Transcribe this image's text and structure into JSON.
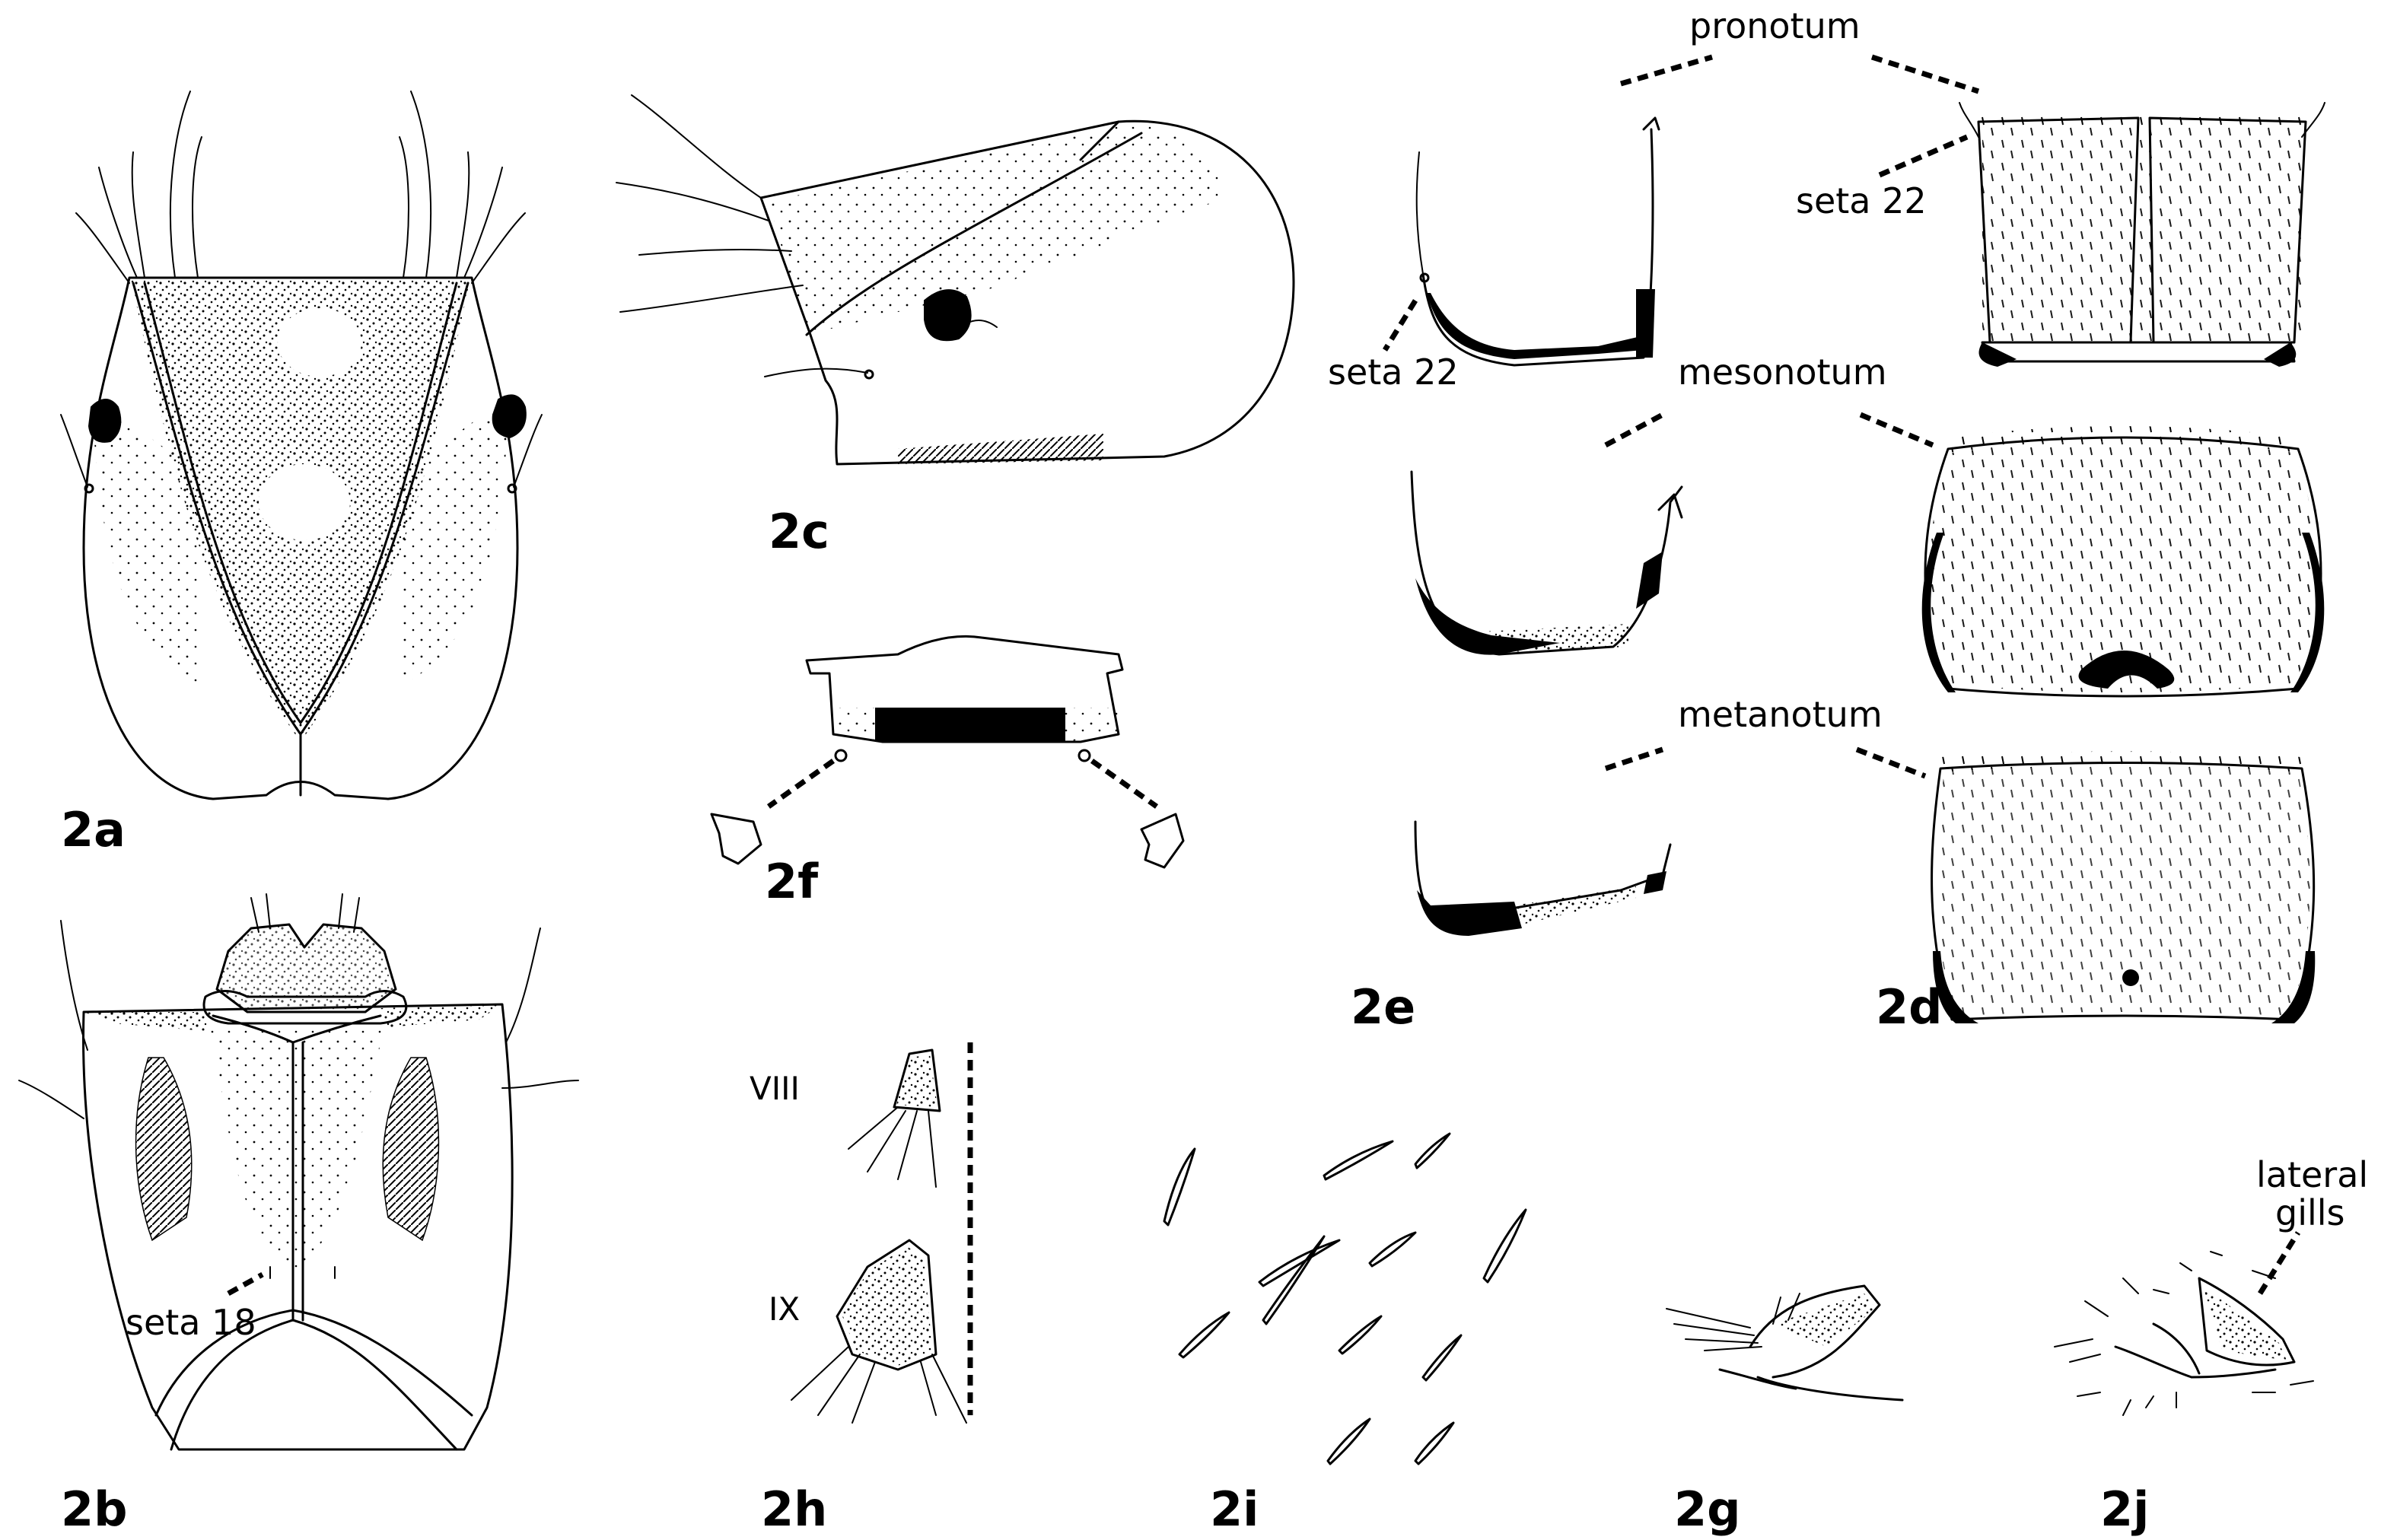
{
  "figure": {
    "panels": [
      {
        "id": "2a",
        "label": "2a"
      },
      {
        "id": "2b",
        "label": "2b"
      },
      {
        "id": "2c",
        "label": "2c"
      },
      {
        "id": "2d",
        "label": "2d"
      },
      {
        "id": "2e",
        "label": "2e"
      },
      {
        "id": "2f",
        "label": "2f"
      },
      {
        "id": "2g",
        "label": "2g"
      },
      {
        "id": "2h",
        "label": "2h"
      },
      {
        "id": "2i",
        "label": "2i"
      },
      {
        "id": "2j",
        "label": "2j"
      }
    ],
    "terms": {
      "pronotum": "pronotum",
      "mesonotum": "mesonotum",
      "metanotum": "metanotum",
      "seta22_d": "seta 22",
      "seta22_e": "seta 22",
      "seta18": "seta 18",
      "lateral_gills_1": "lateral",
      "lateral_gills_2": "gills",
      "segment_viii": "VIII",
      "segment_ix": "IX"
    }
  }
}
